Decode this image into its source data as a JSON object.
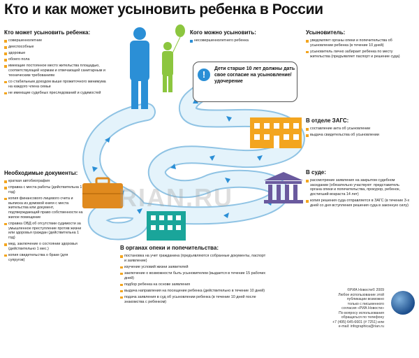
{
  "title": "Кто и как может усыновить ребенка в России",
  "who_can": {
    "heading": "Кто может усыновить ребенка:",
    "items": [
      "совершеннолетние",
      "дееспособные",
      "здоровые",
      "обоего пола",
      "имеющие постоянное место жительства площадью, соответствующей нормам и отвечающей санитарным и техническим требованиям",
      "со стабильным доходом выше прожиточного минимума на каждого члена семьи",
      "не имеющие судебных преследований и судимостей"
    ]
  },
  "whom": {
    "heading": "Кого можно усыновить:",
    "items": [
      "несовершеннолетнего ребенка"
    ]
  },
  "note": {
    "icon": "!",
    "text": "Дети старше 10 лет должны дать свое согласие на усыновление/удочерение"
  },
  "adopter": {
    "heading": "Усыновитель:",
    "items": [
      "уведомляет органы опеки и попечительства об усыновлении ребенка (в течение 10 дней)",
      "усыновитель лично забирает ребенка по месту жительства (предъявляет паспорт и решение суда)"
    ]
  },
  "zags": {
    "heading": "В отделе ЗАГС:",
    "items": [
      "составление акта об усыновлении",
      "выдача свидетельства об усыновлении"
    ]
  },
  "court": {
    "heading": "В суде:",
    "items": [
      "рассмотрение заявления на закрытом судебном заседании (обязательно участвуют: представитель органа опеки и попечительства, прокурор, ребенок, достигший возраста 14 лет)",
      "копия решения суда отправляется в ЗАГС (в течение 3-х дней со дня вступления решения суда в законную силу)"
    ]
  },
  "docs": {
    "heading": "Необходимые документы:",
    "items": [
      "краткая автобиография",
      "справка с места работы (действительна 1 год)",
      "копия финансового лицевого счета и выписка из домовой книги с места жительства или документ, подтверждающий право собственности на жилое помещение",
      "справка ОВД об отсутствии судимости за умышленное преступление против жизни или здоровья граждан (действительна 1 год)",
      "мед. заключение о состоянии здоровья (действительно 1 мес.)",
      "копия свидетельства о браке (для супругов)"
    ]
  },
  "guardianship": {
    "heading": "В органах опеки и попечительства:",
    "items": [
      "постановка на учет гражданина (предъявляются собранные документы, паспорт и заявление)",
      "изучение условий жизни заявителей",
      "заключение о возможности быть усыновителем (выдается в течение 15 рабочих дней)",
      "подбор ребенка на основе заявления",
      "выдача направления на посещение ребенка (действительно в течение 10 дней)",
      "подача заявления в суд об усыновлении ребенка (в течение 10 дней после знакомства с ребенком)"
    ]
  },
  "footer": {
    "lines": [
      "©РИА Новости© 2009",
      "Любое использование этой",
      "публикации возможно",
      "только с письменного",
      "согласия «РИА Новости»",
      "По вопросу использования",
      "обращаться по телефону",
      "+7 (495) 645-6601 (# 7251) или",
      "e-mail: infographica@rian.ru"
    ]
  },
  "watermark": "RIAN.RU",
  "colors": {
    "road": "#cfe8f6",
    "road_edge": "#8fc3e4",
    "arrow": "#2b8fd6",
    "bullet_orange": "#f3a51f",
    "bullet_blue": "#2b8fd6",
    "man": "#2b8fd6",
    "child": "#8cc63f"
  }
}
